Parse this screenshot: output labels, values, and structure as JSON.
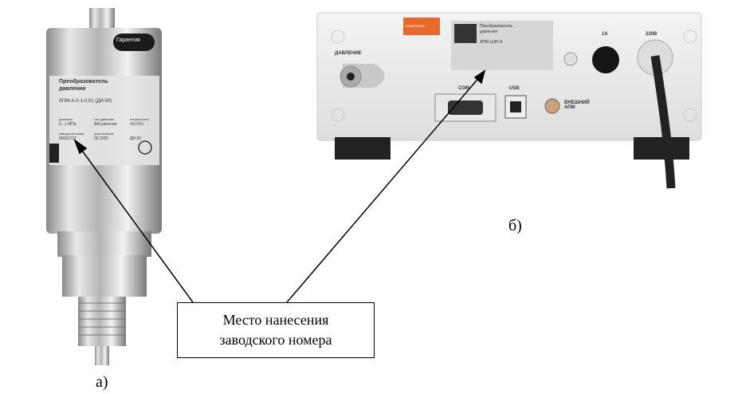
{
  "sensor": {
    "brand_badge": "Гарантия",
    "label_title_line1": "Преобразователь",
    "label_title_line2": "давления",
    "model": "АПМ-А-0-1-0,01 (ДИ-50)",
    "range_caption": "диапазон",
    "range_value": "0...1 МПа",
    "type_caption": "тип давления",
    "type_value": "Абсолютное",
    "accuracy_caption": "погрешность",
    "accuracy_value": "±0,01%",
    "serial_caption": "заводской номер",
    "serial_value": "00062737",
    "date_caption": "дата выпуска",
    "date_value": "09.2025",
    "pressure_code": "ДИ-50"
  },
  "device": {
    "orange_tag": "ИЗМЕРЕНИЕ",
    "label_title_line1": "Преобразователь",
    "label_title_line2": "давления",
    "model": "АПМ-ЦЭП-А",
    "pressure_port": "ДАВЛЕНИЕ",
    "com_port": "COM",
    "usb_port": "USB",
    "fuse": "1А",
    "power": "220В",
    "external": "ВНЕШНИЙ АПМ"
  },
  "captions": {
    "a": "а)",
    "b": "б)"
  },
  "callout": {
    "line1": "Место нанесения",
    "line2": "заводского номера"
  }
}
